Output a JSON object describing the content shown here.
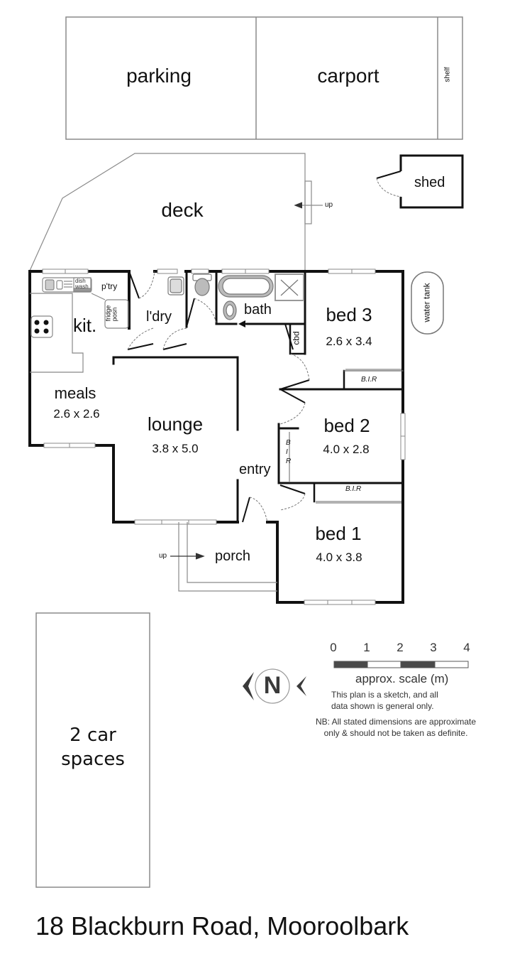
{
  "title": "18 Blackburn Road, Mooroolbark",
  "outdoor": {
    "parking": "parking",
    "carport": "carport",
    "shelf": "shelf",
    "shed": "shed",
    "deck": "deck",
    "deck_step": "up",
    "water_tank": "water tank",
    "porch": "porch",
    "porch_step": "up",
    "car_spaces_line1": "2 car",
    "car_spaces_line2": "spaces"
  },
  "rooms": {
    "kitchen": {
      "name": "kit."
    },
    "pantry": {
      "name": "p'try"
    },
    "fridge": {
      "name_line1": "fridge",
      "name_line2": "posn"
    },
    "dishwasher": {
      "name_line1": "dish",
      "name_line2": "wash"
    },
    "laundry": {
      "name": "l'dry"
    },
    "bath": {
      "name": "bath"
    },
    "cupboard": {
      "name": "cbd"
    },
    "meals": {
      "name": "meals",
      "dims": "2.6 x 2.6"
    },
    "lounge": {
      "name": "lounge",
      "dims": "3.8 x 5.0"
    },
    "entry": {
      "name": "entry"
    },
    "bed3": {
      "name": "bed 3",
      "dims": "2.6 x 3.4",
      "bir": "B.I.R"
    },
    "bed2": {
      "name": "bed 2",
      "dims": "4.0 x 2.8",
      "bir_b": "B",
      "bir_i": "I",
      "bir_r": "R"
    },
    "bed1": {
      "name": "bed 1",
      "dims": "4.0 x 3.8",
      "bir": "B.I.R"
    }
  },
  "compass": {
    "letter": "N"
  },
  "scale": {
    "ticks": [
      "0",
      "1",
      "2",
      "3",
      "4"
    ],
    "label": "approx. scale (m)",
    "colors": {
      "dark": "#4a4a4a",
      "light": "#ffffff"
    }
  },
  "disclaimer": {
    "line1": "This plan is a sketch, and all",
    "line2": "data shown is general only.",
    "line3": "NB: All stated dimensions are approximate",
    "line4": "only & should not be taken as definite."
  },
  "colors": {
    "wall": "#111111",
    "outline": "#8a8a8a",
    "fixture": "#9a9a9a"
  }
}
